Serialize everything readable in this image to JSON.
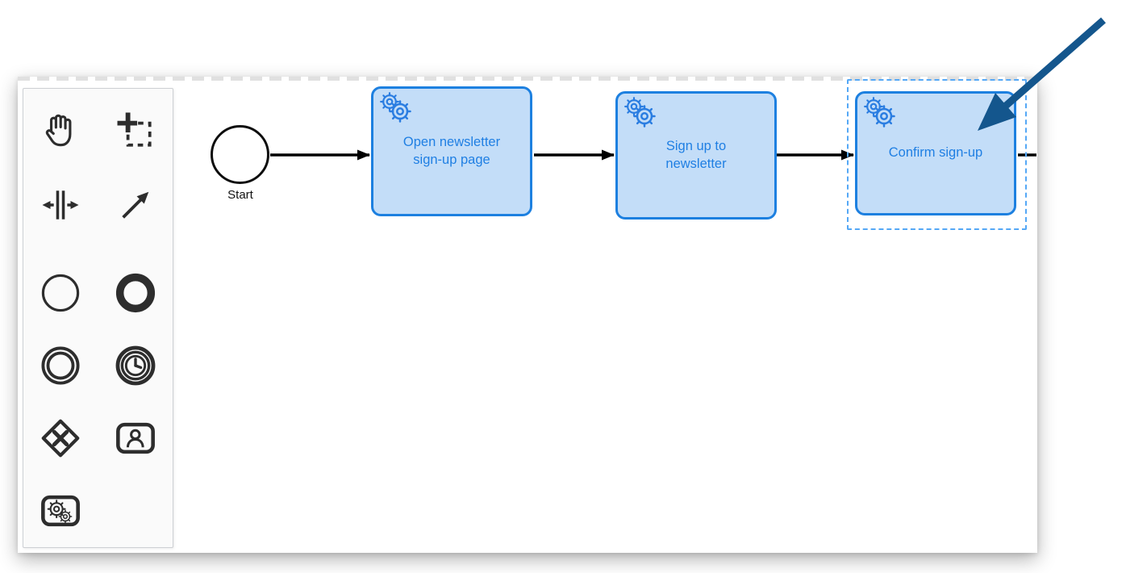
{
  "palette": {
    "tools": [
      {
        "id": "hand-tool",
        "icon": "hand-icon"
      },
      {
        "id": "lasso-tool",
        "icon": "lasso-icon"
      },
      {
        "id": "space-tool",
        "icon": "space-icon"
      },
      {
        "id": "global-connect-tool",
        "icon": "connection-arrow-icon"
      }
    ],
    "create_entries": [
      {
        "id": "create-start-event",
        "icon": "thin-circle-icon"
      },
      {
        "id": "create-end-event",
        "icon": "thick-circle-icon"
      },
      {
        "id": "create-intermediate-event",
        "icon": "double-circle-icon"
      },
      {
        "id": "create-timer-event",
        "icon": "timer-clock-icon"
      },
      {
        "id": "create-exclusive-gateway",
        "icon": "diamond-x-icon"
      },
      {
        "id": "create-user-task",
        "icon": "user-task-icon"
      },
      {
        "id": "create-service-task",
        "icon": "service-task-icon"
      }
    ]
  },
  "diagram": {
    "start_event": {
      "label": "Start"
    },
    "tasks": [
      {
        "type": "service-task",
        "lines": [
          "Open newsletter",
          "sign-up page"
        ],
        "selected": false
      },
      {
        "type": "service-task",
        "lines": [
          "Sign up to",
          "newsletter"
        ],
        "selected": false
      },
      {
        "type": "service-task",
        "lines": [
          "Confirm sign-up"
        ],
        "selected": true
      }
    ],
    "flows": [
      {
        "from": "start-event",
        "to": "task-1"
      },
      {
        "from": "task-1",
        "to": "task-2"
      },
      {
        "from": "task-2",
        "to": "task-3"
      },
      {
        "from": "task-3",
        "to": "offscreen-right"
      }
    ]
  },
  "annotation": {
    "type": "arrow",
    "points_to": "task-3"
  },
  "colors": {
    "task_fill": "#c3ddf8",
    "task_stroke": "#1d80e0",
    "task_text": "#1f7fe3",
    "selection_stroke": "#55a8f6",
    "flow_stroke": "#000000",
    "annotation_arrow": "#14568d",
    "palette_icon": "#2d2d2d",
    "canvas_dash": "#e0e0e0"
  }
}
